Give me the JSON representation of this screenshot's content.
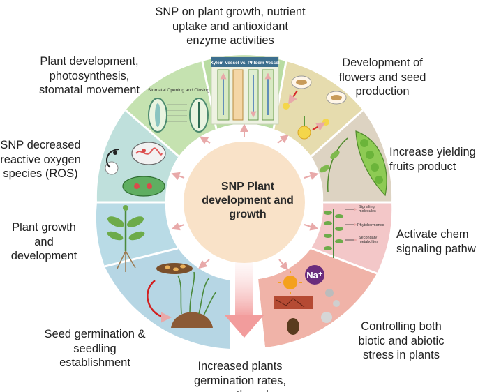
{
  "center": {
    "title": "SNP Plant\ndevelopment and\ngrowth"
  },
  "labels": {
    "top": "SNP on plant growth, nutrient\nuptake and antioxidant\nenzyme activities",
    "top_left": "Plant development,\nphotosynthesis,\nstomatal movement",
    "top_right": "Development of\nflowers and seed\nproduction",
    "right_upper": "Increase yielding\nfruits product",
    "left_upper": "SNP decreased\nreactive oxygen\nspecies (ROS)",
    "left_middle": "Plant growth\nand\ndevelopment",
    "right_middle": "Activate chem\nsignaling pathw",
    "bottom_left": "Seed germination &\nseedling\nestablishment",
    "bottom_right": "Controlling both\nbiotic and abiotic\nstress in plants",
    "bottom": "Increased plants\ngermination rates,\ngrowth and"
  },
  "insets": {
    "xylem_title": "Xylem Vessel vs. Phloem Vessel",
    "stomata_title": "Stomatal Opening and Closing",
    "signal_items": [
      "Signaling\nmolecules",
      "Phytohormones",
      "Secondary\nmetabolites"
    ],
    "ion": "Na⁺"
  },
  "colors": {
    "seg_green": "#b9dca2",
    "seg_yellow": "#e6dcae",
    "seg_tan": "#ddd3c2",
    "seg_pink": "#f3c7c8",
    "seg_salmon": "#f0b3a8",
    "seg_blue": "#b9dbe6",
    "seg_teal": "#bfe0dc",
    "center_fill": "#f9e2c8",
    "arrow": "#e8a9a9"
  }
}
